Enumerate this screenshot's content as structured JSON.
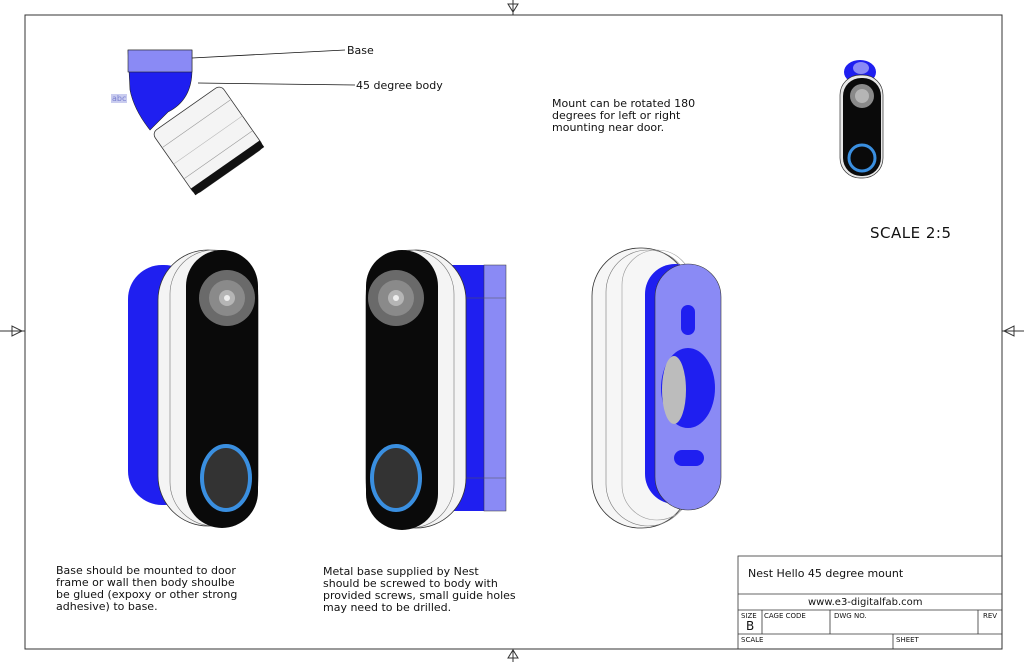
{
  "callouts": {
    "base": "Base",
    "body": "45 degree body"
  },
  "notes": {
    "rotation": "Mount can be rotated 180\ndegrees for left or right\nmounting near door.",
    "base_mount": "Base should be mounted to door\nframe or wall then body shoulbe\nbe glued (expoxy or other strong\nadhesive) to base.",
    "metal_base": "Metal base supplied by Nest\nshould be screwed to body with\nprovided screws, small guide holes\nmay need to be drilled."
  },
  "scale_label": "SCALE 2:5",
  "abc_label": "abc",
  "title_block": {
    "title": "Nest Hello 45 degree mount",
    "url": "www.e3-digitalfab.com",
    "size_label": "SIZE",
    "size_value": "B",
    "cage_label": "CAGE CODE",
    "dwg_label": "DWG NO.",
    "rev_label": "REV",
    "scale_label": "SCALE",
    "sheet_label": "SHEET"
  },
  "colors": {
    "blue": "#1f1ff0",
    "light_blue": "#8a8af5",
    "ring": "#3a8fe0",
    "black": "#0a0a0a",
    "lens": "#8a8a8a"
  }
}
